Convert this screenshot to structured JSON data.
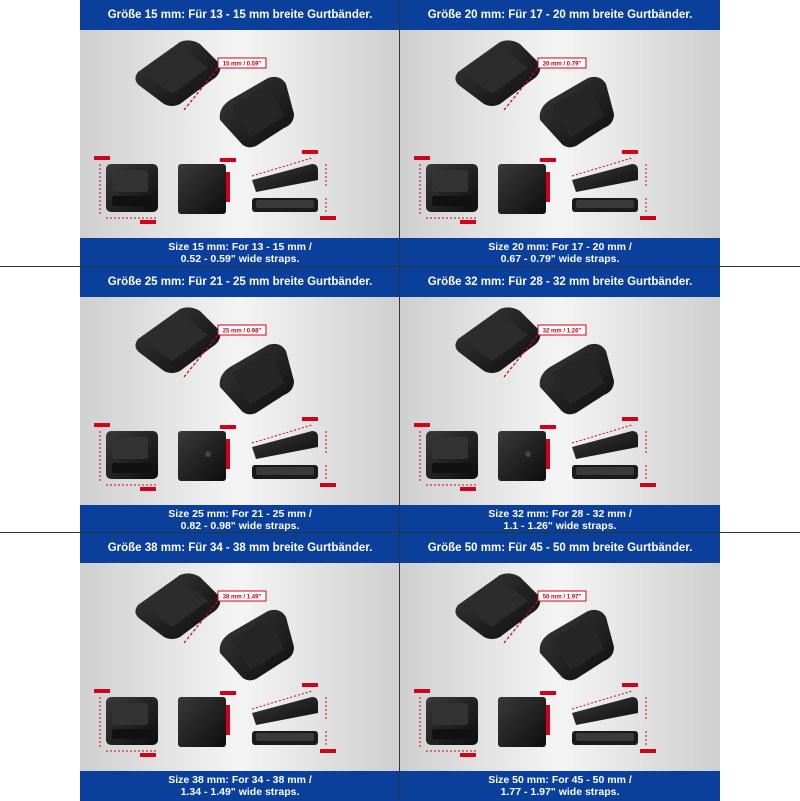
{
  "panels": [
    {
      "header": "Größe 15 mm: Für 13 - 15 mm breite Gurtbänder.",
      "dimension_label": "15 mm / 0.59\"",
      "footer_line1": "Size 15 mm: For 13 - 15 mm /",
      "footer_line2": "0.52 - 0.59\" wide straps."
    },
    {
      "header": "Größe 20 mm: Für 17 - 20 mm breite Gurtbänder.",
      "dimension_label": "20 mm / 0.79\"",
      "footer_line1": "Size 20 mm: For 17 - 20 mm /",
      "footer_line2": "0.67 - 0.79\" wide straps."
    },
    {
      "header": "Größe 25 mm: Für 21 - 25 mm breite Gurtbänder.",
      "dimension_label": "25 mm / 0.98\"",
      "footer_line1": "Size 25 mm: For 21 - 25 mm /",
      "footer_line2": "0.82 - 0.98\" wide straps."
    },
    {
      "header": "Größe 32 mm: Für 28 - 32 mm breite Gurtbänder.",
      "dimension_label": "32 mm / 1.26\"",
      "footer_line1": "Size 32 mm: For 28 - 32 mm /",
      "footer_line2": "1.1 - 1.26\" wide straps."
    },
    {
      "header": "Größe 38 mm: Für 34 - 38 mm breite Gurtbänder.",
      "dimension_label": "38 mm / 1.49\"",
      "footer_line1": "Size 38 mm: For 34 - 38 mm /",
      "footer_line2": "1.34 - 1.49\" wide straps."
    },
    {
      "header": "Größe 50 mm: Für 45 - 50 mm breite Gurtbänder.",
      "dimension_label": "50 mm / 1.97\"",
      "footer_line1": "Size 50 mm: For 45 - 50 mm /",
      "footer_line2": "1.77 - 1.97\" wide straps."
    }
  ],
  "colors": {
    "header_bg": "#0b3f9c",
    "dimension_red": "#d0021b",
    "buckle": "#1a1a1a"
  }
}
